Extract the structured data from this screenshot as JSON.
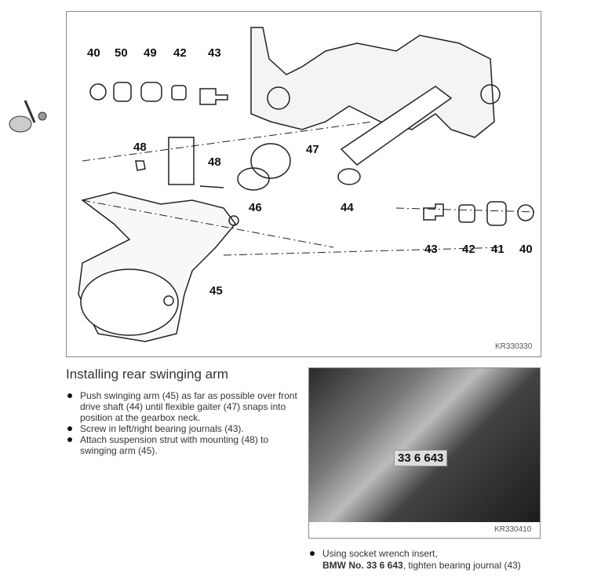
{
  "diagram": {
    "labels_top": [
      "40",
      "50",
      "49",
      "42",
      "43"
    ],
    "label_48a": "48",
    "label_48b": "48",
    "label_47": "47",
    "label_46": "46",
    "label_44": "44",
    "label_45": "45",
    "labels_bottom": [
      "43",
      "42",
      "41",
      "40"
    ],
    "figure_code": "KR330330"
  },
  "section": {
    "heading": "Installing rear swinging arm",
    "steps": [
      "Push swinging arm (45) as far as possible over front drive shaft (44) until flexible gaiter (47) snaps into position at the gearbox neck.",
      "Screw in left/right bearing journals (43).",
      "Attach suspension strut with mounting (48) to swinging arm (45)."
    ]
  },
  "photo": {
    "tool_label": "33 6 643",
    "figure_code": "KR330410"
  },
  "bottom_step": {
    "line1": "Using socket wrench insert,",
    "bold": "BMW No. 33 6 643",
    "rest": ", tighten bearing journal (43)"
  }
}
